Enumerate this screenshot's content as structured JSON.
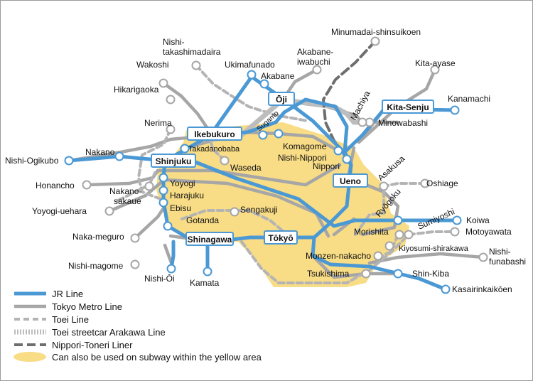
{
  "colors": {
    "jr": "#4a98d4",
    "metro": "#a6a6a6",
    "toei": "#b4b4b4",
    "streetcar": "#b8b8b8",
    "liner": "#6e6e6e",
    "yellow_area": "#f8dc86",
    "hub_border": "#4a98d4"
  },
  "stations": {
    "minumadai": "Minumadai-shinsuikoen",
    "nishi_takashimadaira_1": "Nishi-",
    "nishi_takashimadaira_2": "takashimadaira",
    "akabane_iwabuchi_1": "Akabane-",
    "akabane_iwabuchi_2": "iwabuchi",
    "wakoshi": "Wakoshi",
    "ukimafunado": "Ukimafunado",
    "akabane": "Akabane",
    "kita_ayase": "Kita-ayase",
    "hikarigaoka": "Hikarigaoka",
    "machiya": "Machiya",
    "kanamachi": "Kanamachi",
    "oji": "Ōji",
    "kita_senju": "Kita-Senju",
    "nerima": "Nerima",
    "sugamo": "Sugamo",
    "minowabashi": "Minowabashi",
    "ikebukuro": "Ikebukuro",
    "komagome": "Komagome",
    "takadanobaba": "Takadanobaba",
    "nishi_nippori": "Nishi-Nippori",
    "nakano": "Nakano",
    "nishi_ogikubo": "Nishi-Ogikubo",
    "nippori": "Nippori",
    "shinjuku": "Shinjuku",
    "waseda": "Waseda",
    "asakusa": "Asakusa",
    "ueno": "Ueno",
    "oshiage": "Oshiage",
    "honancho": "Honancho",
    "yoyogi": "Yoyogi",
    "nakano_sakaue_1": "Nakano-",
    "nakano_sakaue_2": "sakaue",
    "harajuku": "Harajuku",
    "ryogoku": "Ryōgoku",
    "sengakuji": "Sengakuji",
    "yoyogi_uehara": "Yoyogi-uehara",
    "ebisu": "Ebisu",
    "sumiyoshi": "Sumiyoshi",
    "koiwa": "Koiwa",
    "gotanda": "Gotanda",
    "morishita": "Morishita",
    "motoyawata": "Motoyawata",
    "naka_meguro": "Naka-meguro",
    "shinagawa": "Shinagawa",
    "tokyo": "Tōkyō",
    "kiyosumi": "Kiyosumi-shirakawa",
    "nishi_funabashi_1": "Nishi-",
    "nishi_funabashi_2": "funabashi",
    "monzen": "Monzen-nakacho",
    "nishi_magome": "Nishi-magome",
    "tsukishima": "Tsukishima",
    "shin_kiba": "Shin-Kiba",
    "nishi_oi": "Nishi-Ōi",
    "kamata": "Kamata",
    "kasairinkai": "Kasairinkaikōen"
  },
  "legend": {
    "jr": "JR Line",
    "metro": "Tokyo Metro Line",
    "toei": "Toei Line",
    "streetcar": "Toei streetcar Arakawa Line",
    "liner": "Nippori-Toneri Liner",
    "area": "Can also be used on subway within the yellow area"
  }
}
